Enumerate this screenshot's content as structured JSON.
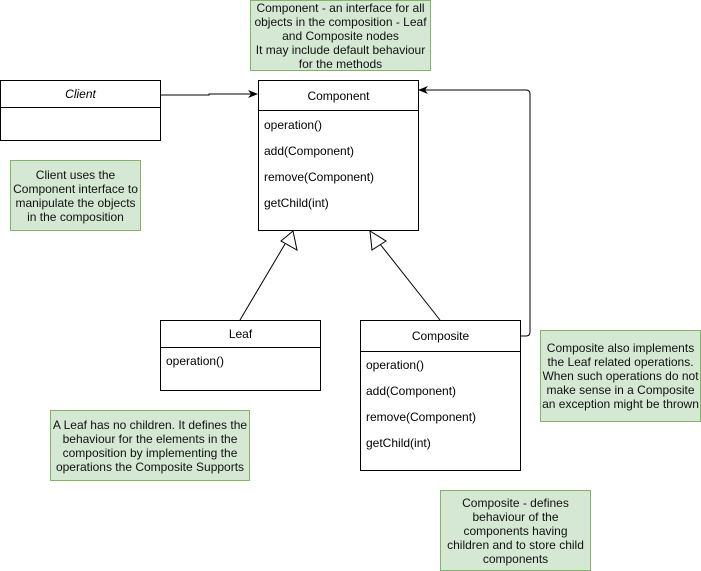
{
  "notes": {
    "component": "Component - an interface for all objects in the composition - Leaf and Composite nodes\nIt may include default behaviour for the methods",
    "client": "Client uses the Component interface to manipulate the objects in the composition",
    "leaf": "A Leaf has no children. It defines the behaviour for the elements in the composition by implementing the operations the Composite Supports",
    "composite_ops": "Composite also implements the Leaf related operations. When such operations do not make sense in a Composite an exception might be thrown",
    "composite": "Composite - defines behaviour of the components having children and to store child components"
  },
  "classes": {
    "client": {
      "name": "Client",
      "ops": []
    },
    "component": {
      "name": "Component",
      "ops": [
        "operation()",
        "add(Component)",
        "remove(Component)",
        "getChild(int)"
      ]
    },
    "leaf": {
      "name": "Leaf",
      "ops": [
        "operation()"
      ]
    },
    "composite": {
      "name": "Composite",
      "ops": [
        "operation()",
        "add(Component)",
        "remove(Component)",
        "getChild(int)"
      ]
    }
  },
  "colors": {
    "note_fill": "#d5e8d4",
    "note_border": "#82b366"
  }
}
